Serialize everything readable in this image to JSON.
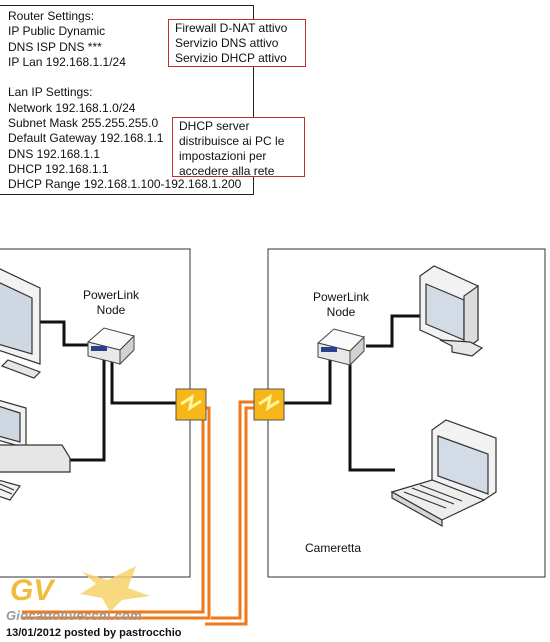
{
  "router_settings": {
    "lines": [
      "Router Settings:",
      "IP Public Dynamic",
      "DNS ISP DNS ***",
      "IP Lan 192.168.1.1/24"
    ],
    "lan_lines": [
      "Lan IP Settings:",
      "Network 192.168.1.0/24",
      "Subnet Mask 255.255.255.0",
      "Default Gateway 192.168.1.1",
      "DNS 192.168.1.1",
      "DHCP 192.168.1.1",
      "DHCP Range 192.168.1.100-192.168.1.200"
    ]
  },
  "notes": {
    "firewall": [
      "Firewall D-NAT attivo",
      "Servizio DNS attivo",
      "Servizio DHCP attivo"
    ],
    "dhcp": [
      "DHCP server",
      "distribuisce ai PC le",
      "impostazioni per",
      "accedere alla rete"
    ]
  },
  "nodes": {
    "left_label": [
      "PowerLink",
      "Node"
    ],
    "right_label": [
      "PowerLink",
      "Node"
    ]
  },
  "rooms": {
    "right": "Cameretta"
  },
  "colors": {
    "powerline": "#f07a1a",
    "adapter": "#f7b718",
    "note_border": "#c0302f"
  },
  "watermark": {
    "logo": "GV",
    "site": "GiocattoliVecchi.com",
    "posted": "13/01/2012 posted by pastrocchio"
  }
}
